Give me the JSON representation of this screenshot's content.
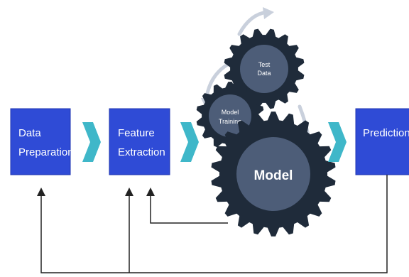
{
  "diagram": {
    "boxes": {
      "data_preparation": {
        "line1": "Data",
        "line2": "Preparation"
      },
      "feature_extraction": {
        "line1": "Feature",
        "line2": "Extraction"
      },
      "predictions": {
        "label": "Predictions"
      }
    },
    "gears": {
      "model_training": {
        "line1": "Model",
        "line2": "Training"
      },
      "test_data": {
        "line1": "Test",
        "line2": "Data"
      },
      "model": {
        "label": "Model"
      }
    },
    "colors": {
      "box_blue": "#2f4bd6",
      "box_blue_dark": "#1f35b0",
      "chevron_teal": "#3fb7c9",
      "gear_outer": "#1f2b3a",
      "gear_inner": "#4d5d78",
      "curved_arrow": "#c9d0dc",
      "feedback_line": "#222222"
    }
  }
}
